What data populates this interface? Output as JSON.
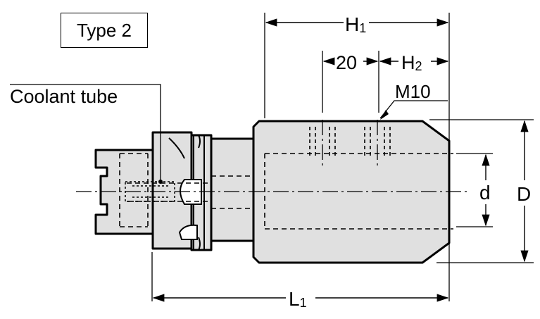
{
  "type_label": "Type 2",
  "callouts": {
    "coolant_tube": "Coolant tube",
    "thread": "M10"
  },
  "dimensions": {
    "h1_main": "H",
    "h1_sub": "1",
    "h2_main": "H",
    "h2_sub": "2",
    "spacing": "20",
    "l1_main": "L",
    "l1_sub": "1",
    "inner_dia": "d",
    "outer_dia": "D"
  },
  "colors": {
    "body_fill": "#e0e0e0",
    "line": "#000000"
  }
}
